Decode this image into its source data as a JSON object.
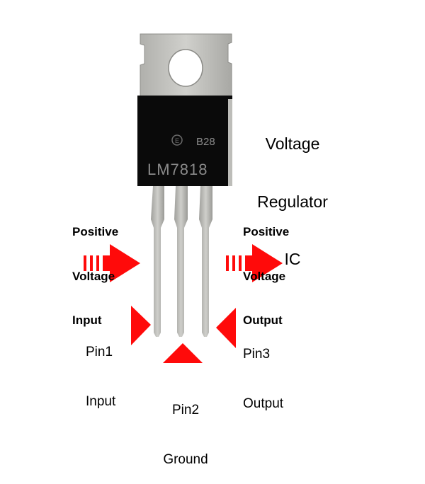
{
  "title": {
    "line1": "Voltage",
    "line2": "Regulator",
    "line3": "IC"
  },
  "chip": {
    "part_number": "LM7818",
    "code": "B28",
    "logo": "manufacturer-logo"
  },
  "labels": {
    "input_desc": {
      "line1": "Positive",
      "line2": "Voltage",
      "line3": "Input"
    },
    "output_desc": {
      "line1": "Positive",
      "line2": "Voltage",
      "line3": "Output"
    },
    "pin1": {
      "line1": "Pin1",
      "line2": "Input"
    },
    "pin2": {
      "line1": "Pin2",
      "line2": "Ground"
    },
    "pin3": {
      "line1": "Pin3",
      "line2": "Output"
    }
  },
  "colors": {
    "arrow": "#ff0000",
    "body": "#0a0a0a",
    "metal": "#c4c4c0"
  }
}
